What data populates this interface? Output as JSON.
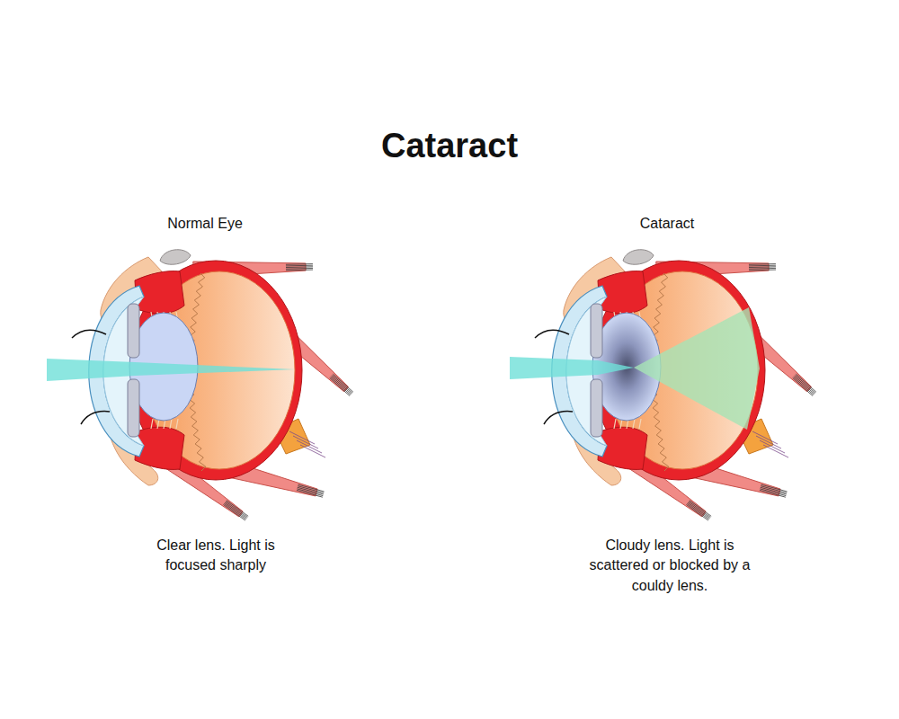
{
  "diagram": {
    "title": "Cataract",
    "labels": [
      "Normal Eye",
      "Cataract",
      "Clear lens. Light is focused sharply",
      "Cloudy lens. Light is scattered or blocked by a couldy lens."
    ]
  }
}
